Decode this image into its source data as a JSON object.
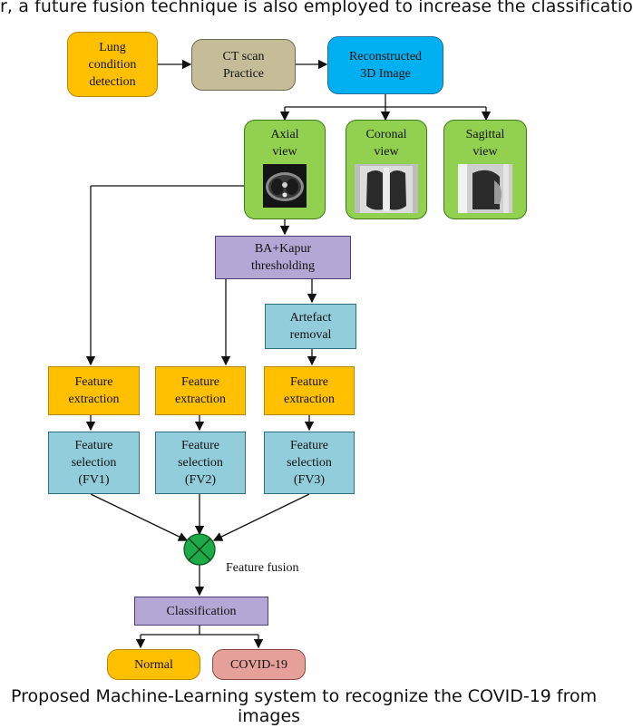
{
  "top_text": "r, a future fusion technique is also employed to increase the classificatio",
  "caption_line1": "Proposed Machine-Learning system to recognize the COVID-19 from",
  "caption_line2": "images",
  "nodes": {
    "lung": [
      "Lung",
      "condition",
      "detection"
    ],
    "ct": [
      "CT scan",
      "Practice"
    ],
    "recon": [
      "Reconstructed",
      "3D Image"
    ],
    "axial": [
      "Axial",
      "view"
    ],
    "coronal": [
      "Coronal",
      "view"
    ],
    "sagittal": [
      "Sagittal",
      "view"
    ],
    "ba": [
      "BA+Kapur",
      "thresholding"
    ],
    "artefact": [
      "Artefact",
      "removal"
    ],
    "fe1": [
      "Feature",
      "extraction"
    ],
    "fe2": [
      "Feature",
      "extraction"
    ],
    "fe3": [
      "Feature",
      "extraction"
    ],
    "fs1": [
      "Feature",
      "selection",
      "(FV1)"
    ],
    "fs2": [
      "Feature",
      "selection",
      "(FV2)"
    ],
    "fs3": [
      "Feature",
      "selection",
      "(FV3)"
    ],
    "classification": "Classification",
    "normal": "Normal",
    "covid": "COVID-19"
  },
  "fusion_label": "Feature fusion",
  "colors": {
    "orange": "#ffc000",
    "tan": "#c4bd97",
    "blue": "#00b0f0",
    "green": "#92d050",
    "purple": "#b4a7d6",
    "teal": "#92cddc",
    "pink": "#e6a09a",
    "fusion": "#1faa4a"
  },
  "icons": {
    "fusion": "circled-x-icon",
    "axial": "ct-axial-image",
    "coronal": "ct-coronal-image",
    "sagittal": "ct-sagittal-image"
  }
}
